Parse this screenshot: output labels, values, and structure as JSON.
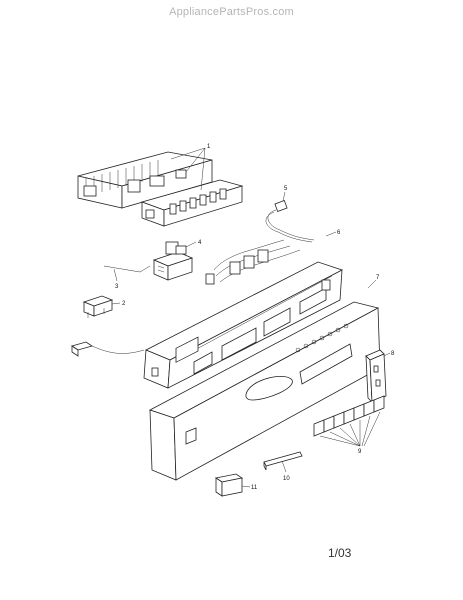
{
  "watermark": "AppliancePartsPros.com",
  "date_code": "1/03",
  "callouts": [
    "1",
    "2",
    "3",
    "4",
    "5",
    "6",
    "7",
    "8",
    "9",
    "10",
    "11"
  ]
}
